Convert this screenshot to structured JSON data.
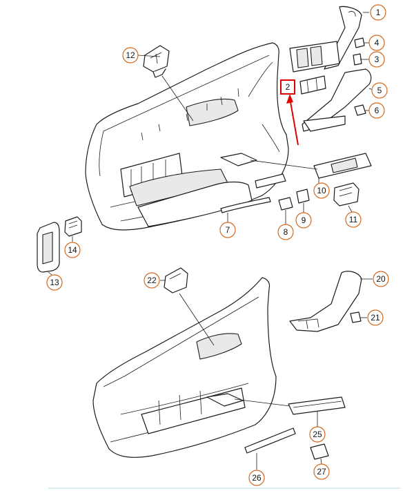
{
  "colors": {
    "callout_ring": "#d2691e",
    "highlight": "#e00000",
    "line": "#1a1a1a"
  },
  "callouts": [
    {
      "id": "c1",
      "label": "1"
    },
    {
      "id": "c2",
      "label": "2",
      "highlighted": true
    },
    {
      "id": "c3",
      "label": "3"
    },
    {
      "id": "c4",
      "label": "4"
    },
    {
      "id": "c5",
      "label": "5"
    },
    {
      "id": "c6",
      "label": "6"
    },
    {
      "id": "c7",
      "label": "7"
    },
    {
      "id": "c8",
      "label": "8"
    },
    {
      "id": "c9",
      "label": "9"
    },
    {
      "id": "c10",
      "label": "10"
    },
    {
      "id": "c11",
      "label": "11"
    },
    {
      "id": "c12",
      "label": "12"
    },
    {
      "id": "c13",
      "label": "13"
    },
    {
      "id": "c14",
      "label": "14"
    },
    {
      "id": "c20",
      "label": "20"
    },
    {
      "id": "c21",
      "label": "21"
    },
    {
      "id": "c22",
      "label": "22"
    },
    {
      "id": "c25",
      "label": "25"
    },
    {
      "id": "c26",
      "label": "26"
    },
    {
      "id": "c27",
      "label": "27"
    }
  ]
}
